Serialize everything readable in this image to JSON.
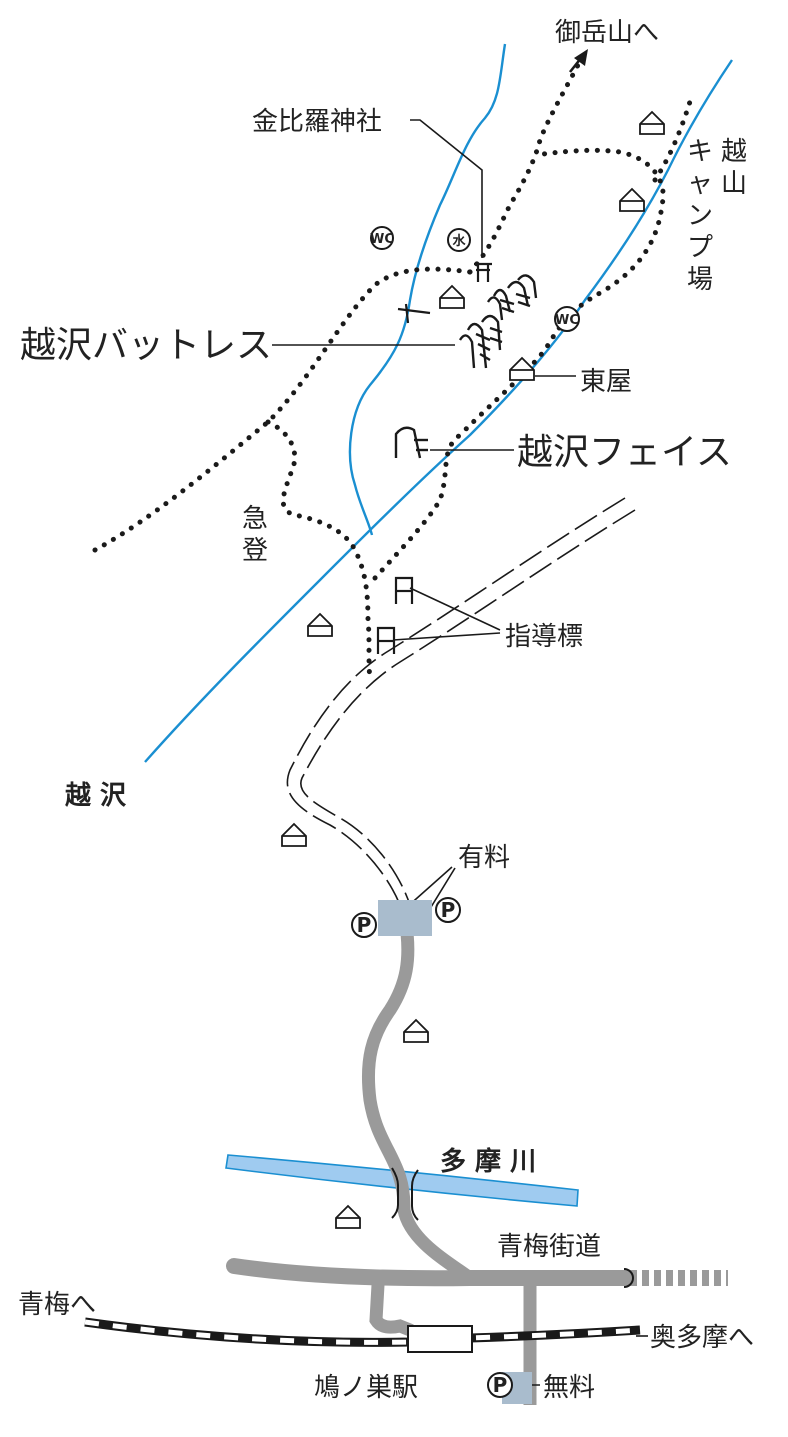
{
  "labels": {
    "mitake": "御岳山へ",
    "konpira": "金比羅神社",
    "camp_line1": "越山",
    "camp_line2": "キャンプ場",
    "buttress": "越沢バットレス",
    "azumaya": "東屋",
    "face": "越沢フェイス",
    "kyuto_line1": "急",
    "kyuto_line2": "登",
    "shidohyo": "指導標",
    "kosawa": "越 沢",
    "yuryo": "有料",
    "tamagawa": "多 摩 川",
    "ome_kaido": "青梅街道",
    "ome": "青梅へ",
    "okutama": "奥多摩へ",
    "station": "鳩ノ巣駅",
    "muryo": "無料"
  },
  "icons": {
    "wc": "WC",
    "water": "水",
    "parking": "P"
  },
  "colors": {
    "stream": "#1a8fd1",
    "tama_river": "#9fcbf0",
    "road": "#9a9a9a",
    "parking_area": "#a9bccd",
    "ink": "#1a1a1a"
  }
}
